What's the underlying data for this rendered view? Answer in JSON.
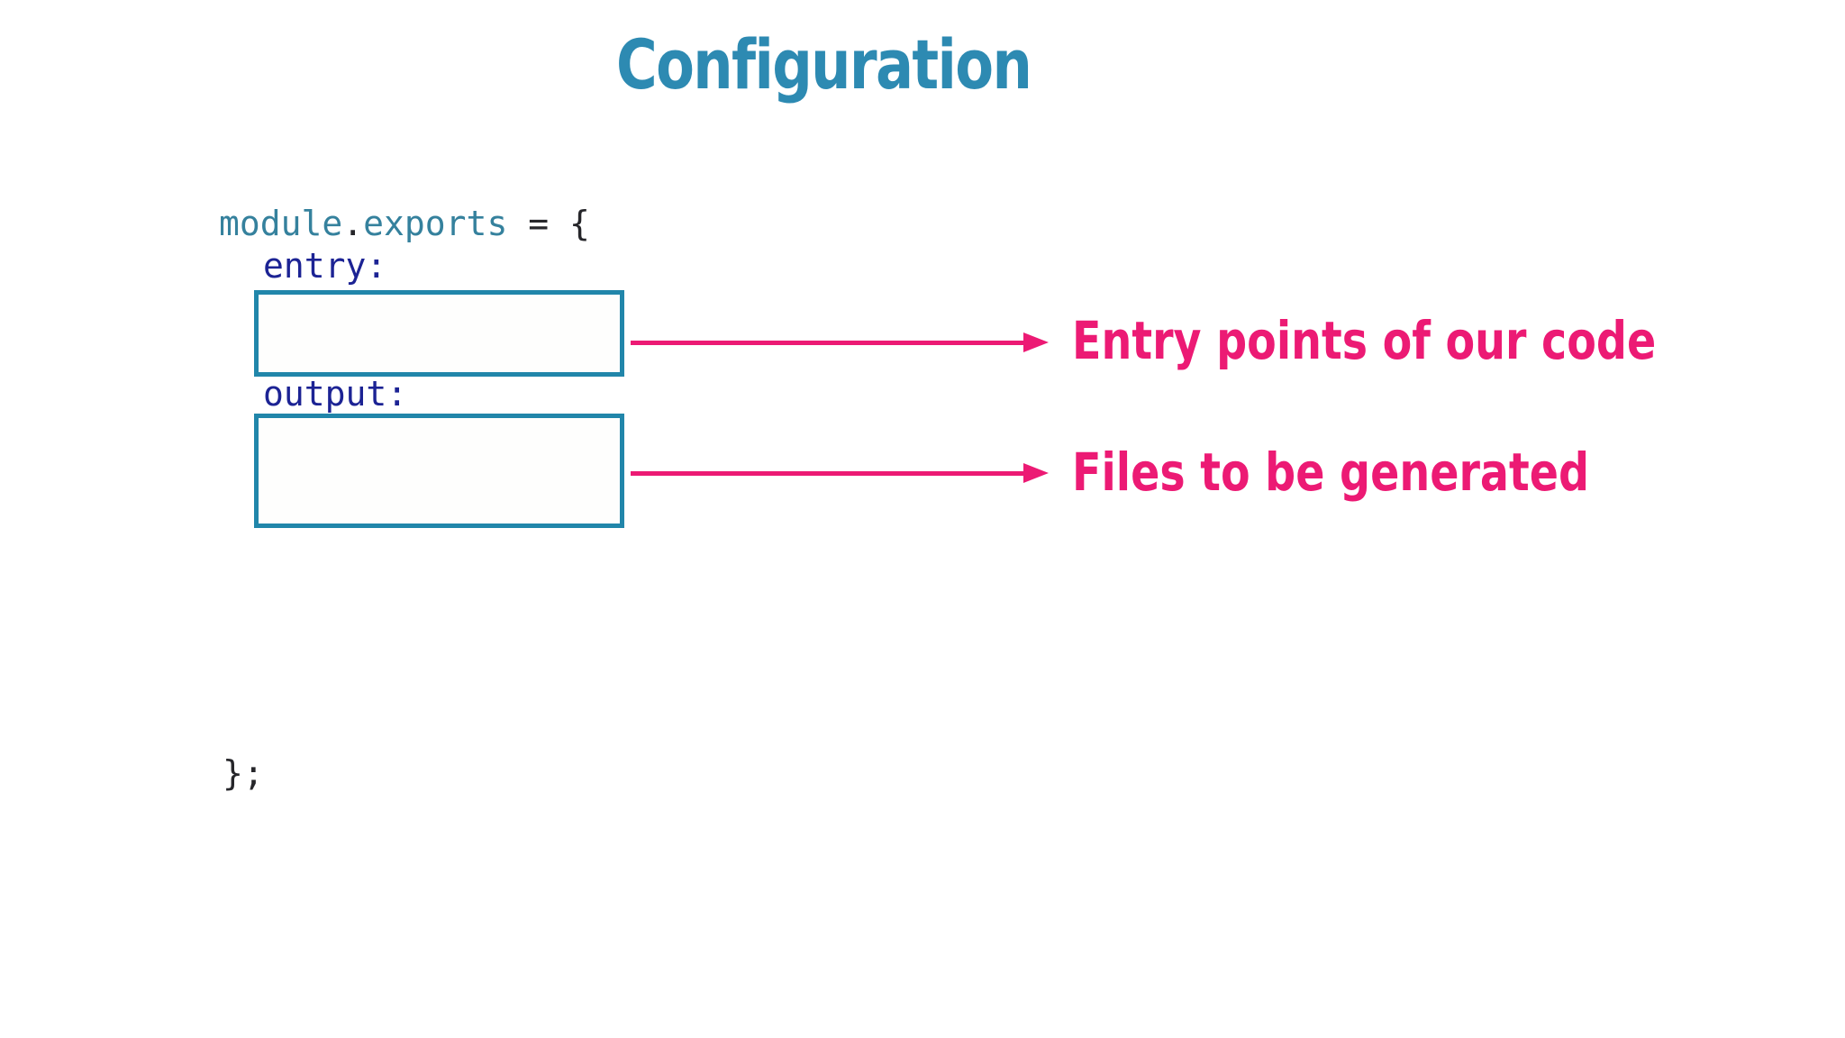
{
  "title": "Configuration",
  "code": {
    "object_name": "module",
    "dot": ".",
    "property": "exports",
    "assignment": " = ",
    "open_brace": "{",
    "entry_key": "entry:",
    "output_key": "output:",
    "close": "};"
  },
  "annotations": [
    {
      "label": "Entry points of our code"
    },
    {
      "label": "Files to be generated"
    }
  ],
  "colors": {
    "title": "#2d8ab2",
    "code_identifier": "#35819d",
    "code_punctuation": "#26262a",
    "code_key": "#1c2394",
    "box_border": "#2186aa",
    "accent_pink": "#ec1a74",
    "background": "#ffffff"
  }
}
